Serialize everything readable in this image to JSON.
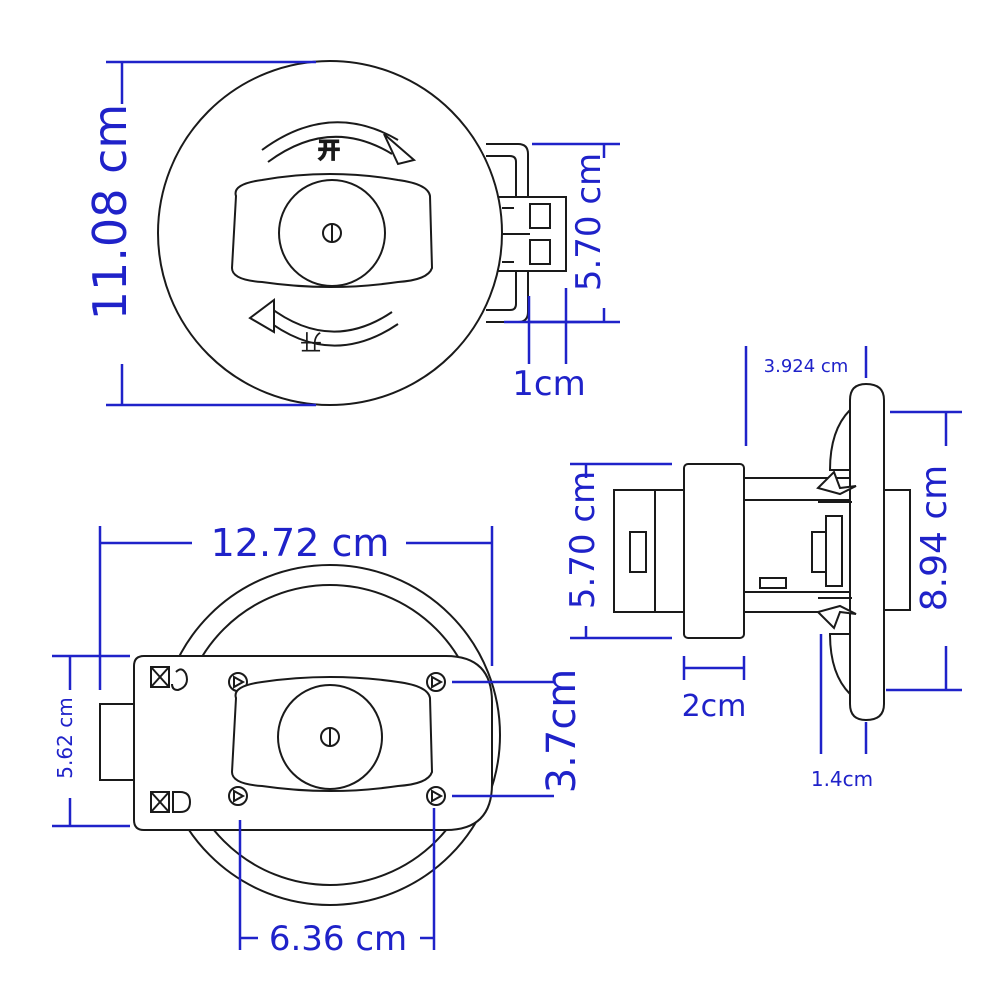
{
  "colors": {
    "dimension": "#1f22c9",
    "outline": "#1a1a1a",
    "background": "#ffffff"
  },
  "top_view": {
    "symbol_top": "开",
    "symbol_bottom": "开",
    "height_label": "11.08 cm",
    "tab_height_label": "5.70 cm",
    "tab_width_label": "1cm"
  },
  "bottom_view": {
    "width_label": "12.72 cm",
    "plate_height_label": "5.62 cm",
    "hole_vertical_label": "3.7cm",
    "hole_horizontal_label": "6.36 cm"
  },
  "side_view": {
    "depth_label": "3.924 cm",
    "body_height_label": "5.70 cm",
    "flange_height_label": "8.94 cm",
    "collar_label": "2cm",
    "flange_label": "1.4cm"
  }
}
